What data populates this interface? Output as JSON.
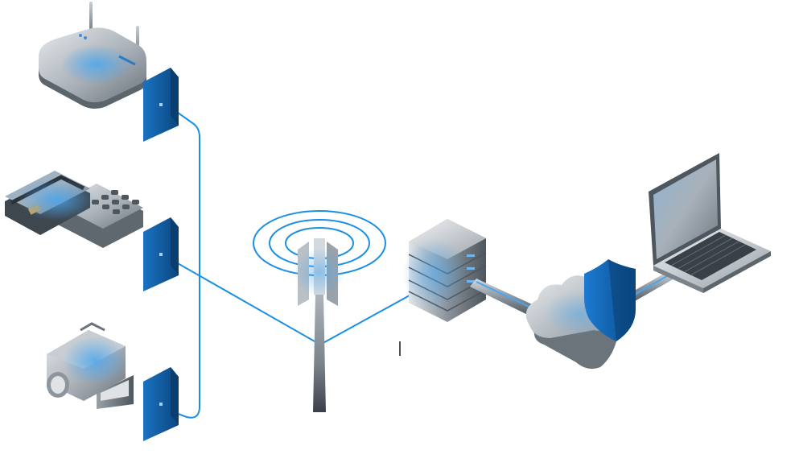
{
  "diagram": {
    "type": "iot-network-illustration",
    "has_text": false,
    "colors": {
      "link_blue": "#1a8fe3",
      "module_blue": "#0f5fa8",
      "module_dark": "#083f78",
      "device_gray": "#8d959d",
      "device_light": "#d9dde1",
      "glow_blue": "#6fb6ee",
      "cloud": "#c9d2da",
      "shield": "#1565b6"
    },
    "nodes": [
      {
        "id": "router",
        "icon": "wifi-router-icon"
      },
      {
        "id": "payment-terminal",
        "icon": "card-payment-terminal-icon"
      },
      {
        "id": "security-camera",
        "icon": "security-camera-icon"
      },
      {
        "id": "cell-tower",
        "icon": "cell-tower-icon"
      },
      {
        "id": "server-rack",
        "icon": "server-rack-icon"
      },
      {
        "id": "cloud",
        "icon": "cloud-icon"
      },
      {
        "id": "security-shield",
        "icon": "shield-icon"
      },
      {
        "id": "laptop",
        "icon": "laptop-icon"
      }
    ],
    "modules": [
      {
        "id": "module-router",
        "attached_to": "router",
        "icon": "cellular-module-icon"
      },
      {
        "id": "module-terminal",
        "attached_to": "payment-terminal",
        "icon": "cellular-module-icon"
      },
      {
        "id": "module-camera",
        "attached_to": "security-camera",
        "icon": "cellular-module-icon"
      }
    ],
    "edges": [
      {
        "from": "module-router",
        "to": "cell-tower",
        "style": "wireless-link"
      },
      {
        "from": "module-terminal",
        "to": "cell-tower",
        "style": "wireless-link"
      },
      {
        "from": "module-camera",
        "to": "cell-tower",
        "style": "wireless-link"
      },
      {
        "from": "cell-tower",
        "to": "server-rack",
        "style": "wireless-link"
      },
      {
        "from": "server-rack",
        "to": "cloud",
        "style": "pipe"
      },
      {
        "from": "cloud",
        "to": "security-shield",
        "style": "pipe"
      },
      {
        "from": "security-shield",
        "to": "laptop",
        "style": "pipe"
      }
    ]
  }
}
